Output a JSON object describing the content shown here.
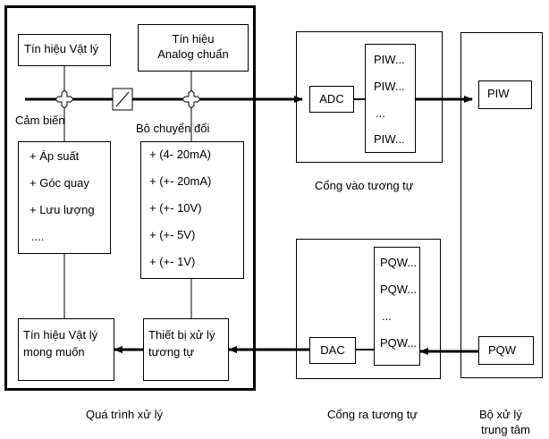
{
  "physical_signal_box": "Tín hiệu Vật lý",
  "analog_signal_box": [
    "Tín hiệu",
    "Analog chuẩn"
  ],
  "sensor_label": "Cảm biến",
  "converter_label": "Bô chuyển đổi",
  "sensor_items": [
    "+ Áp suất",
    "+ Góc quay",
    "+ Lưu lượng",
    "...."
  ],
  "converter_items": [
    "+ (4- 20mA)",
    "+ (+- 20mA)",
    "+ (+- 10V)",
    "+ (+- 5V)",
    "+ (+- 1V)"
  ],
  "desired_signal_box": [
    "Tín hiệu Vật lý",
    "mong muốn"
  ],
  "processing_device_box": [
    "Thiết bị xử lý",
    "tương tự"
  ],
  "process_caption": "Quá trình xử lý",
  "analog_input": {
    "adc": "ADC",
    "registers": [
      "PIW...",
      "PIW...",
      "...",
      "PIW..."
    ],
    "caption": "Cổng vào tương tự"
  },
  "analog_output": {
    "dac": "DAC",
    "registers": [
      "PQW...",
      "PQW...",
      "...",
      "PQW..."
    ],
    "caption": "Cổng ra tương tự"
  },
  "cpu": {
    "piw": "PIW",
    "pqw": "PQW",
    "caption": [
      "Bộ xử lý",
      "trung tâm"
    ]
  }
}
